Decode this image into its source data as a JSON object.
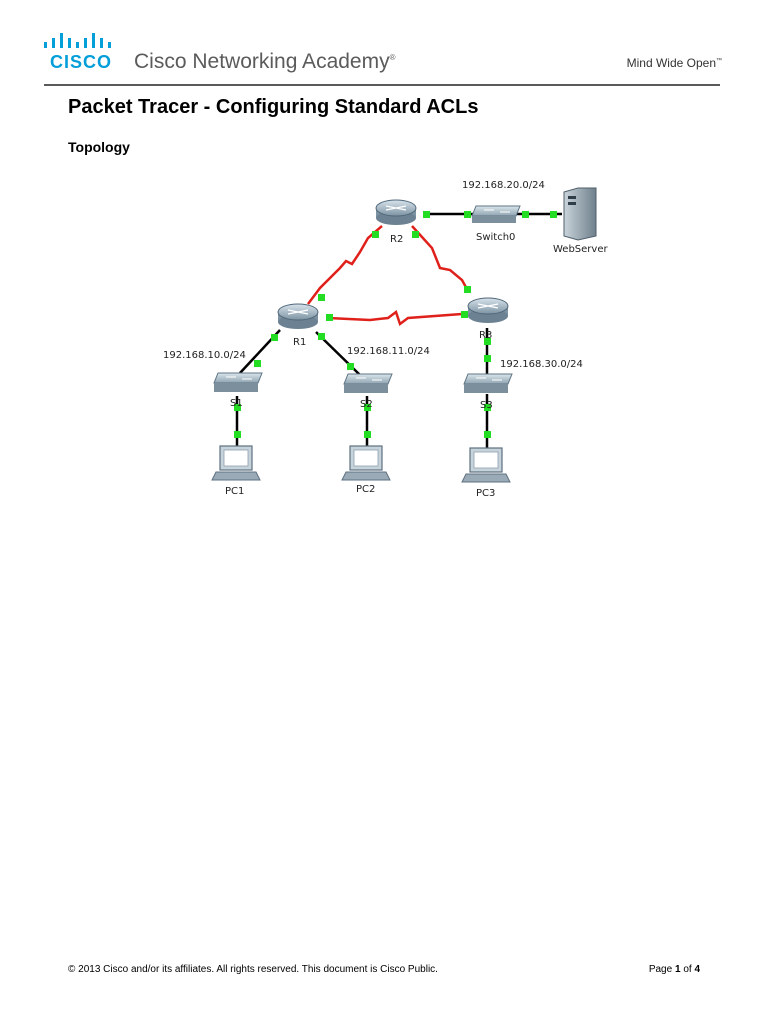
{
  "header": {
    "logo_text": "CISCO",
    "brand_name": "Cisco Networking Academy",
    "brand_mark": "®",
    "tagline": "Mind Wide Open",
    "tagline_mark": "™"
  },
  "document": {
    "title": "Packet Tracer - Configuring Standard ACLs",
    "section": "Topology"
  },
  "topology": {
    "networks": {
      "r2_lan": "192.168.20.0/24",
      "s1_lan": "192.168.10.0/24",
      "s2_lan": "192.168.11.0/24",
      "s3_lan": "192.168.30.0/24"
    },
    "devices": {
      "r1": "R1",
      "r2": "R2",
      "r3": "R3",
      "switch0": "Switch0",
      "webserver": "WebServer",
      "s1": "S1",
      "s2": "S2",
      "s3": "S3",
      "pc1": "PC1",
      "pc2": "PC2",
      "pc3": "PC3"
    },
    "colors": {
      "serial_link": "#e0201a",
      "ethernet_link": "#000000",
      "link_up": "#22dd22"
    }
  },
  "footer": {
    "copyright": "© 2013 Cisco and/or its affiliates. All rights reserved. This document is Cisco Public.",
    "page_prefix": "Page",
    "page_current": "1",
    "page_of": "of",
    "page_total": "4"
  }
}
